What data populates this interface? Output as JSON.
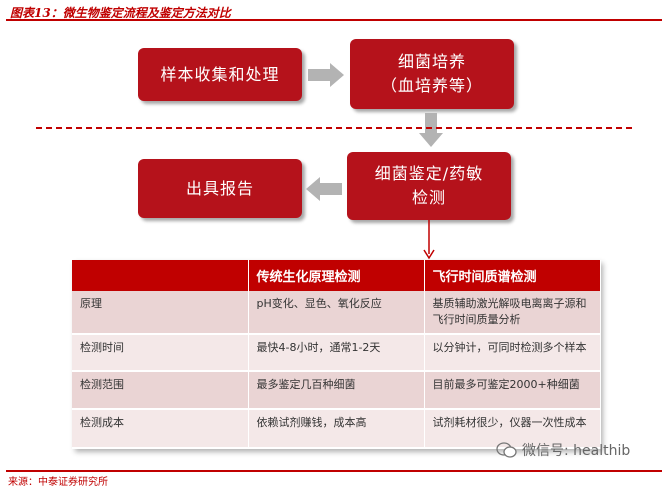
{
  "header": {
    "title": "图表13：微生物鉴定流程及鉴定方法对比"
  },
  "flow": {
    "sample_collection": "样本收集和处理",
    "culture_line1": "细菌培养",
    "culture_line2": "（血培养等）",
    "report": "出具报告",
    "identification_line1": "细菌鉴定/药敏",
    "identification_line2": "检测"
  },
  "table": {
    "headers": [
      "",
      "传统生化原理检测",
      "飞行时间质谱检测"
    ],
    "rows": [
      {
        "label": "原理",
        "traditional": "pH变化、显色、氧化反应",
        "maldi": "基质辅助激光解吸电离离子源和飞行时间质量分析"
      },
      {
        "label": "检测时间",
        "traditional": "最快4-8小时，通常1-2天",
        "maldi": "以分钟计，可同时检测多个样本"
      },
      {
        "label": "检测范围",
        "traditional": "最多鉴定几百种细菌",
        "maldi": "目前最多可鉴定2000+种细菌"
      },
      {
        "label": "检测成本",
        "traditional": "依赖试剂赚钱，成本高",
        "maldi": "试剂耗材很少，仪器一次性成本"
      }
    ]
  },
  "footer": {
    "source": "来源：中泰证券研究所",
    "watermark": "微信号: healthib"
  },
  "colors": {
    "accent": "#c00000",
    "box": "#b5121b",
    "arrow": "#b3b3b3"
  }
}
